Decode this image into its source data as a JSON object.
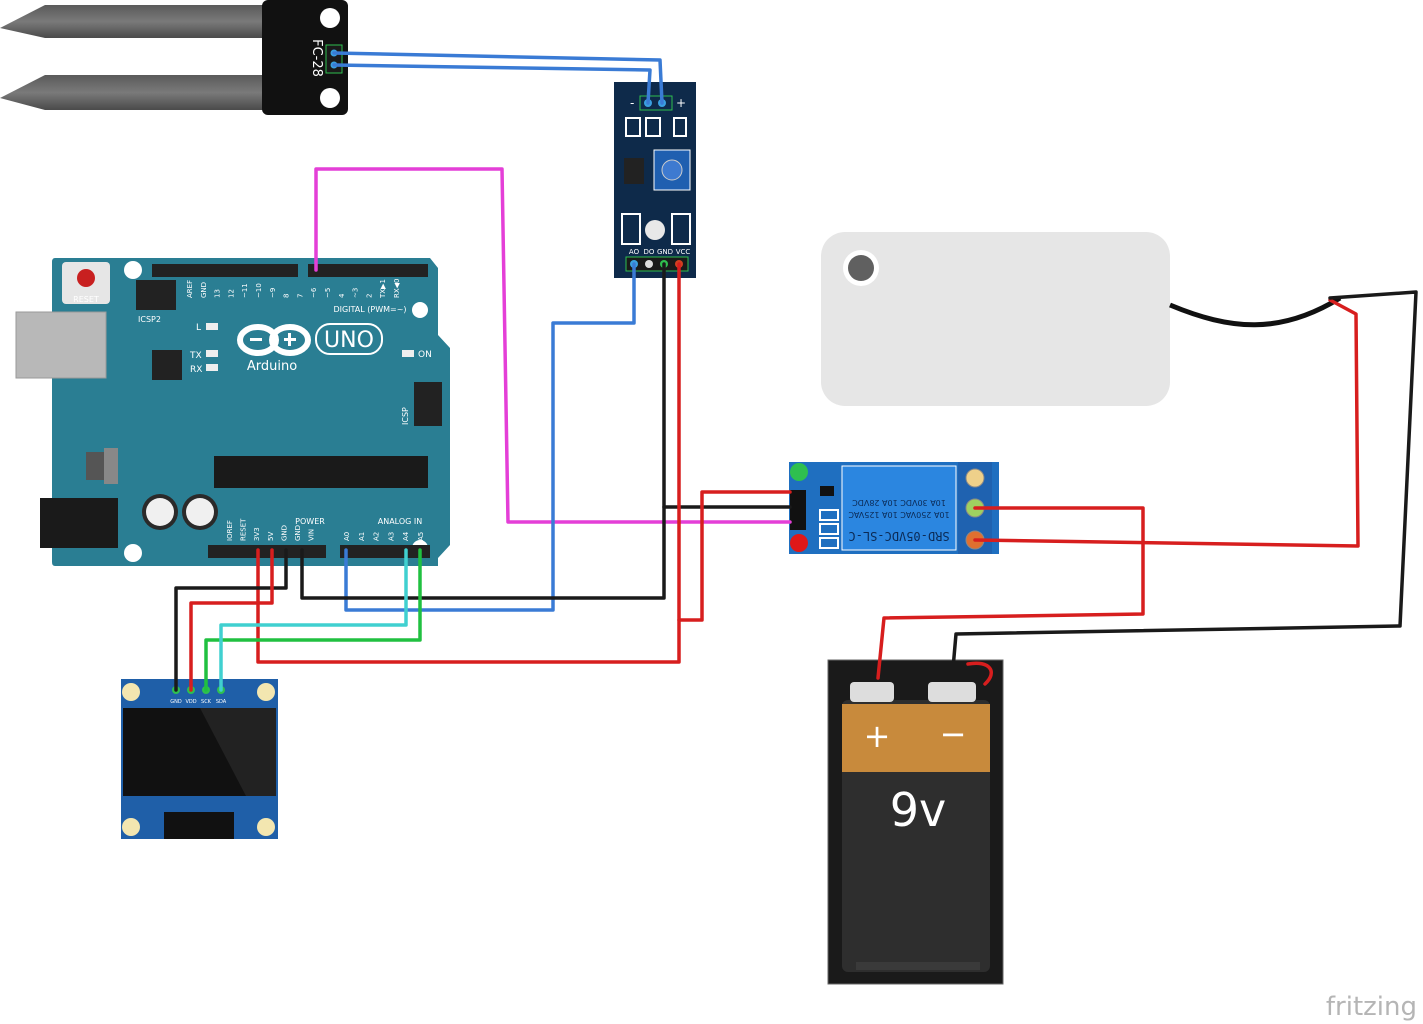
{
  "diagram": {
    "watermark": "fritzing",
    "soil_probe": {
      "label": "FC-28"
    },
    "sensor_module": {
      "top_pins": [
        "-",
        "+"
      ],
      "pin_labels": [
        "AO",
        "DO",
        "GND",
        "VCC"
      ]
    },
    "arduino": {
      "brand": "Arduino",
      "model": "UNO",
      "reset_label": "RESET",
      "icsp2_label": "ICSP2",
      "icsp_label": "ICSP",
      "on_label": "ON",
      "l_label": "L",
      "tx_label": "TX",
      "rx_label": "RX",
      "digital_label": "DIGITAL (PWM=~)",
      "power_label": "POWER",
      "analog_label": "ANALOG IN",
      "digital_pins": [
        "AREF",
        "GND",
        "13",
        "12",
        "~11",
        "~10",
        "~9",
        "8",
        "7",
        "~6",
        "~5",
        "4",
        "~3",
        "2",
        "TX▶1",
        "RX◀0"
      ],
      "power_pins": [
        "IOREF",
        "RESET",
        "3V3",
        "5V",
        "GND",
        "GND",
        "VIN"
      ],
      "analog_pins": [
        "A0",
        "A1",
        "A2",
        "A3",
        "A4",
        "A5"
      ]
    },
    "oled": {
      "pins": [
        "GND",
        "VDD",
        "SCK",
        "SDA"
      ]
    },
    "relay": {
      "model": "SRD-05VDC-SL-C",
      "ratings": [
        "10A 250VAC  10A 125VAC",
        "10A 30VDC  10A 28VDC"
      ]
    },
    "battery": {
      "label": "9v",
      "plus": "+",
      "minus": "−"
    },
    "colors": {
      "blue_wire": "#3a7bd5",
      "magenta_wire": "#e43fd7",
      "red_wire": "#d71e1e",
      "black_wire": "#1a1a1a",
      "green_wire": "#20c040",
      "cyan_wire": "#40d0d0",
      "arduino_board": "#2a7e93",
      "relay_board": "#1f6fc0",
      "sensor_board": "#0e2a4a"
    }
  }
}
